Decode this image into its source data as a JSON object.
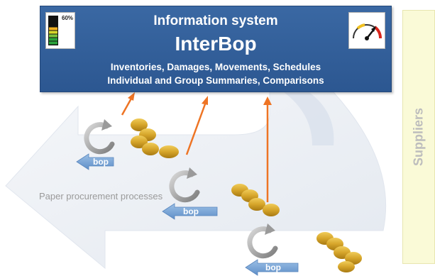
{
  "info_system": {
    "title": "Information system",
    "name": "InterBop",
    "line1": "Inventories, Damages, Movements, Schedules",
    "line2": "Individual and Group Summaries, Comparisons",
    "gauge_percent": "60%",
    "gauge_level": 0.6
  },
  "suppliers_label": "Suppliers",
  "process_label": "Paper procurement processes",
  "bop_label": "bop",
  "colors": {
    "box_blue": "#2f5b95",
    "arrow_orange": "#f07a2a",
    "bop_blue": "#7aa8d8",
    "roll_gold": "#d9ab2c",
    "suppliers_bg": "#fafad7",
    "background_shape": "#eef1f5"
  }
}
